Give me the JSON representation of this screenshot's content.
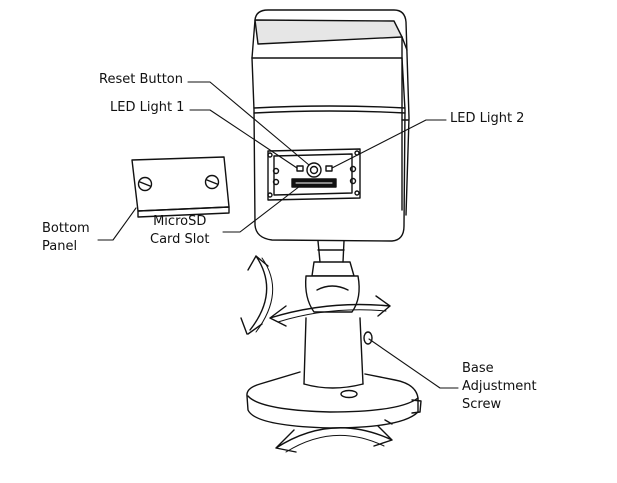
{
  "labels": {
    "reset_button": "Reset Button",
    "led_light_1": "LED Light 1",
    "led_light_2": "LED Light 2",
    "bottom_panel": [
      "Bottom",
      "Panel"
    ],
    "microsd_slot": [
      "MicroSD",
      "Card Slot"
    ],
    "base_screw": [
      "Base",
      "Adjustment",
      "Screw"
    ]
  },
  "colors": {
    "ink": "#111111",
    "background": "#ffffff",
    "hood_shade": "#e6e6e6"
  }
}
